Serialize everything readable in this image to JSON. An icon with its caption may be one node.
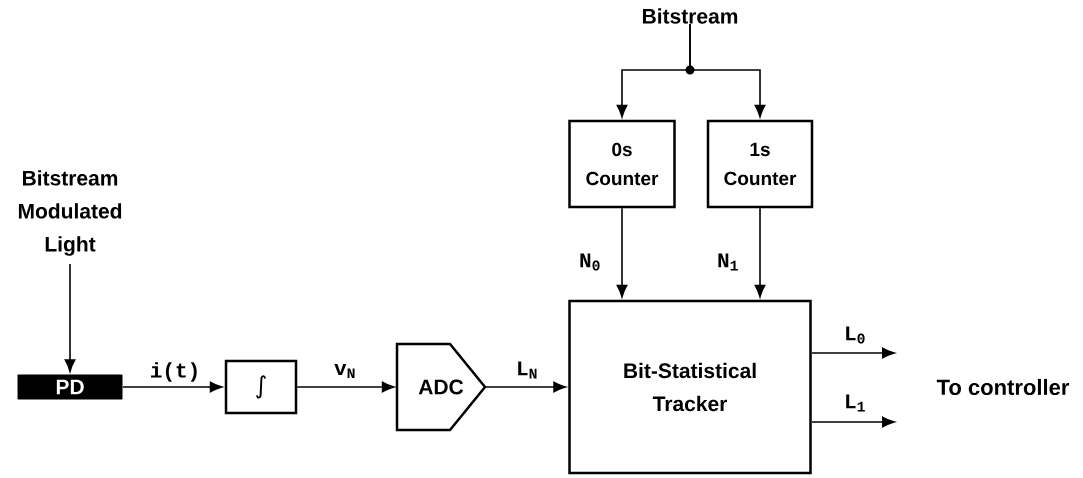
{
  "diagram": {
    "nodes": [
      {
        "text": [
          "Bitstream Modulated Light"
        ]
      },
      {
        "text": [
          "PD"
        ]
      },
      {
        "text": [
          "∫"
        ]
      },
      {
        "text": [
          "ADC"
        ]
      },
      {
        "text": [
          "Bitstream"
        ]
      },
      {
        "text": [
          "0s Counter"
        ]
      },
      {
        "text": [
          "1s Counter"
        ]
      },
      {
        "text": [
          "Bit-Statistical Tracker"
        ]
      }
    ],
    "edges": [
      {
        "from": 0,
        "to": 1,
        "arrow": "to"
      },
      {
        "from": 1,
        "to": 2,
        "arrow": "to",
        "label": "i(t)"
      },
      {
        "from": 2,
        "to": 3,
        "arrow": "to",
        "label": "v$_{N}$"
      },
      {
        "from": 3,
        "to": 7,
        "arrow": "to",
        "label": "L$_{N}$"
      },
      {
        "from": 4,
        "to": 5,
        "arrow": "to"
      },
      {
        "from": 4,
        "to": 6,
        "arrow": "to"
      },
      {
        "from": 5,
        "to": 7,
        "arrow": "to",
        "label": "N$_{0}$"
      },
      {
        "from": 6,
        "to": 7,
        "arrow": "to",
        "label": "N$_{1}$"
      },
      {
        "from": 7,
        "to": null,
        "arrow": "to",
        "label": "L$_{0}$"
      },
      {
        "from": 7,
        "to": null,
        "arrow": "to",
        "label": "L$_{1}$"
      }
    ],
    "labels": [
      "To controller"
    ]
  }
}
